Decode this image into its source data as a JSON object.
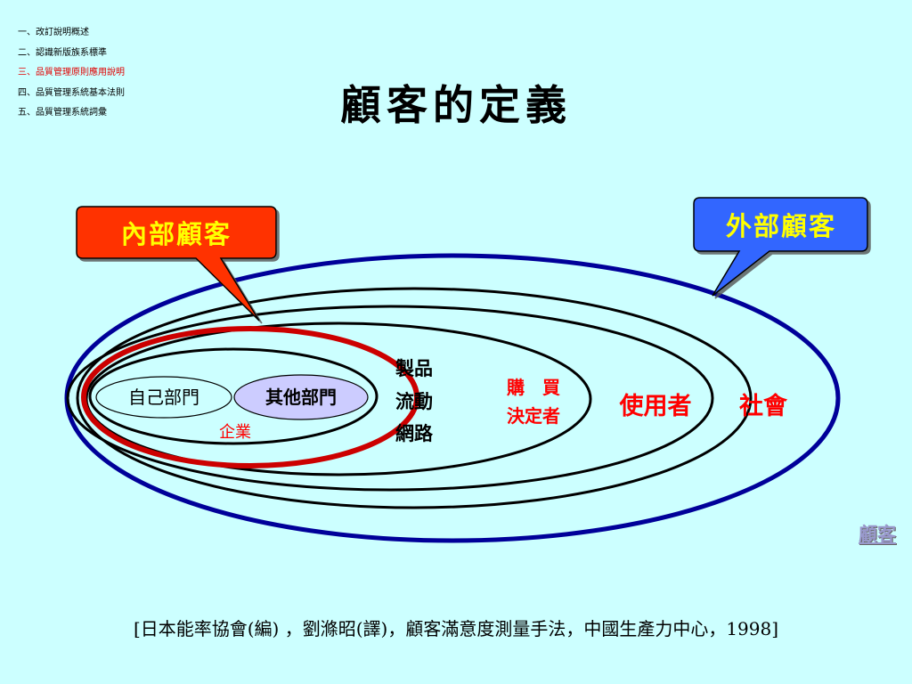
{
  "nav": {
    "items": [
      {
        "label": "一、改訂說明概述"
      },
      {
        "label": "二、認識新版族系標準"
      },
      {
        "label": "三、品質管理原則應用說明"
      },
      {
        "label": "四、品質管理系統基本法則"
      },
      {
        "label": "五、品質管理系統詞彙"
      }
    ],
    "active_index": 2
  },
  "title": "顧客的定義",
  "callouts": {
    "internal": {
      "label": "內部顧客",
      "fill": "#ff3300",
      "text_color": "#ffff00"
    },
    "external": {
      "label": "外部顧客",
      "fill": "#3366ff",
      "text_color": "#ffff00"
    }
  },
  "diagram": {
    "own_dept": "自己部門",
    "other_dept": "其他部門",
    "enterprise": "企業",
    "distribution": [
      "製品",
      "流動",
      "網路"
    ],
    "purchase": [
      "購　買",
      "決定者"
    ],
    "user": "使用者",
    "society": "社會",
    "colors": {
      "accent_red": "#ff0000",
      "red_ring": "#cc0000",
      "blue_ring": "#000099",
      "other_dept_fill": "#ccccff"
    }
  },
  "link": "顧客",
  "citation": "[日本能率協會(編) ，劉滌昭(譯)，顧客滿意度測量手法，中國生產力中心，1998]"
}
